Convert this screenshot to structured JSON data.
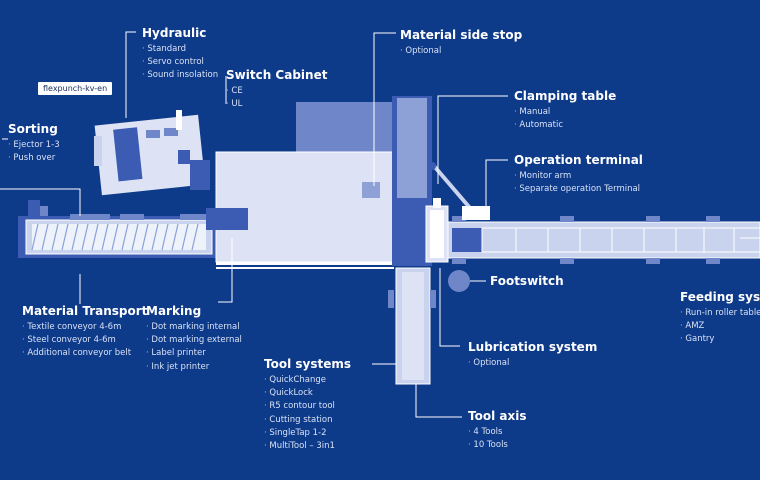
{
  "image_tag": "flexpunch-kv-en",
  "colors": {
    "background": "#0e3a8a",
    "machine_light": "#dde3f4",
    "machine_mid": "#6f86c9",
    "machine_dark": "#3c5cb3",
    "line": "#ffffff"
  },
  "callouts": {
    "hydraulic": {
      "title": "Hydraulic",
      "items": [
        "Standard",
        "Servo control",
        "Sound insolation"
      ]
    },
    "material_side_stop": {
      "title": "Material side stop",
      "items": [
        "Optional"
      ]
    },
    "switch_cabinet": {
      "title": "Switch Cabinet",
      "items": [
        "CE",
        "UL"
      ]
    },
    "sorting": {
      "title": "Sorting",
      "items": [
        "Ejector 1-3",
        "Push over"
      ]
    },
    "clamping_table": {
      "title": "Clamping table",
      "items": [
        "Manual",
        "Automatic"
      ]
    },
    "operation_terminal": {
      "title": "Operation terminal",
      "items": [
        "Monitor arm",
        "Separate operation Terminal"
      ]
    },
    "footswitch": {
      "title": "Footswitch",
      "items": []
    },
    "material_transport": {
      "title": "Material Transport",
      "items": [
        "Textile conveyor 4-6m",
        "Steel conveyor 4-6m",
        "Additional conveyor belt"
      ]
    },
    "marking": {
      "title": "Marking",
      "items": [
        "Dot marking internal",
        "Dot marking external",
        "Label printer",
        "Ink jet printer"
      ]
    },
    "feeding_system": {
      "title": "Feeding system",
      "items": [
        "Run-in roller table",
        "AMZ",
        "Gantry"
      ]
    },
    "lubrication_system": {
      "title": "Lubrication system",
      "items": [
        "Optional"
      ]
    },
    "tool_systems": {
      "title": "Tool systems",
      "items": [
        "QuickChange",
        "QuickLock",
        "R5 contour tool",
        "Cutting station",
        "SingleTap 1-2",
        "MultiTool – 3in1"
      ]
    },
    "tool_axis": {
      "title": "Tool axis",
      "items": [
        "4 Tools",
        "10 Tools"
      ]
    }
  }
}
